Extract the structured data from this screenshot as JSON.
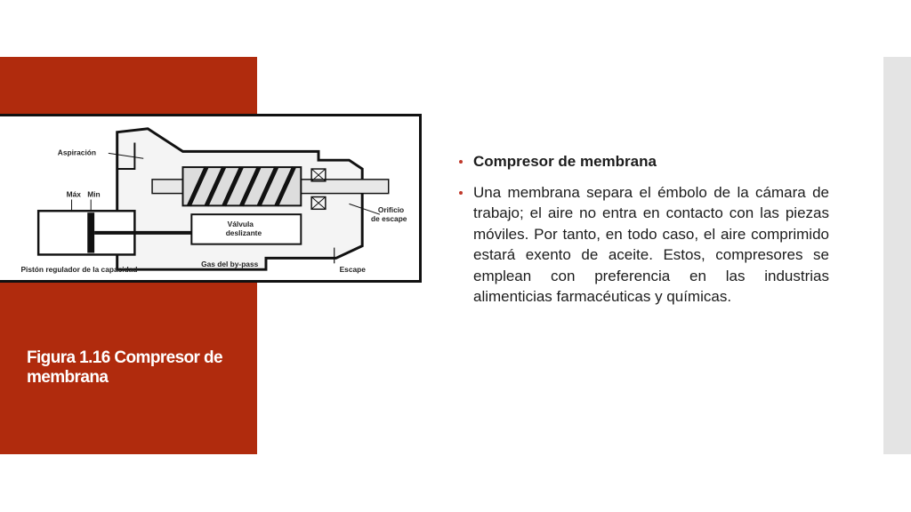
{
  "figure": {
    "labels": {
      "aspiracion": "Aspiración",
      "max": "Máx",
      "min": "Min",
      "valvula_line1": "Válvula",
      "valvula_line2": "deslizante",
      "orificio_line1": "Orificio",
      "orificio_line2": "de escape",
      "piston": "Pistón regulador de la capacidad",
      "bypass": "Gas del by-pass",
      "escape": "Escape"
    }
  },
  "caption": "Figura 1.16 Compresor de membrana",
  "bullets": [
    {
      "text": "Compresor de membrana",
      "bold": true
    },
    {
      "text": "Una membrana separa el émbolo de la cámara de trabajo; el aire no entra en contacto con las piezas móviles. Por tanto, en todo caso, el aire comprimido estará exento de aceite. Estos, compresores se emplean con preferencia en las industrias alimenticias farmacéuticas y químicas.",
      "bold": false
    }
  ],
  "colors": {
    "panel": "#b02b0d",
    "strip": "#e4e4e4",
    "bullet": "#c0392b"
  }
}
